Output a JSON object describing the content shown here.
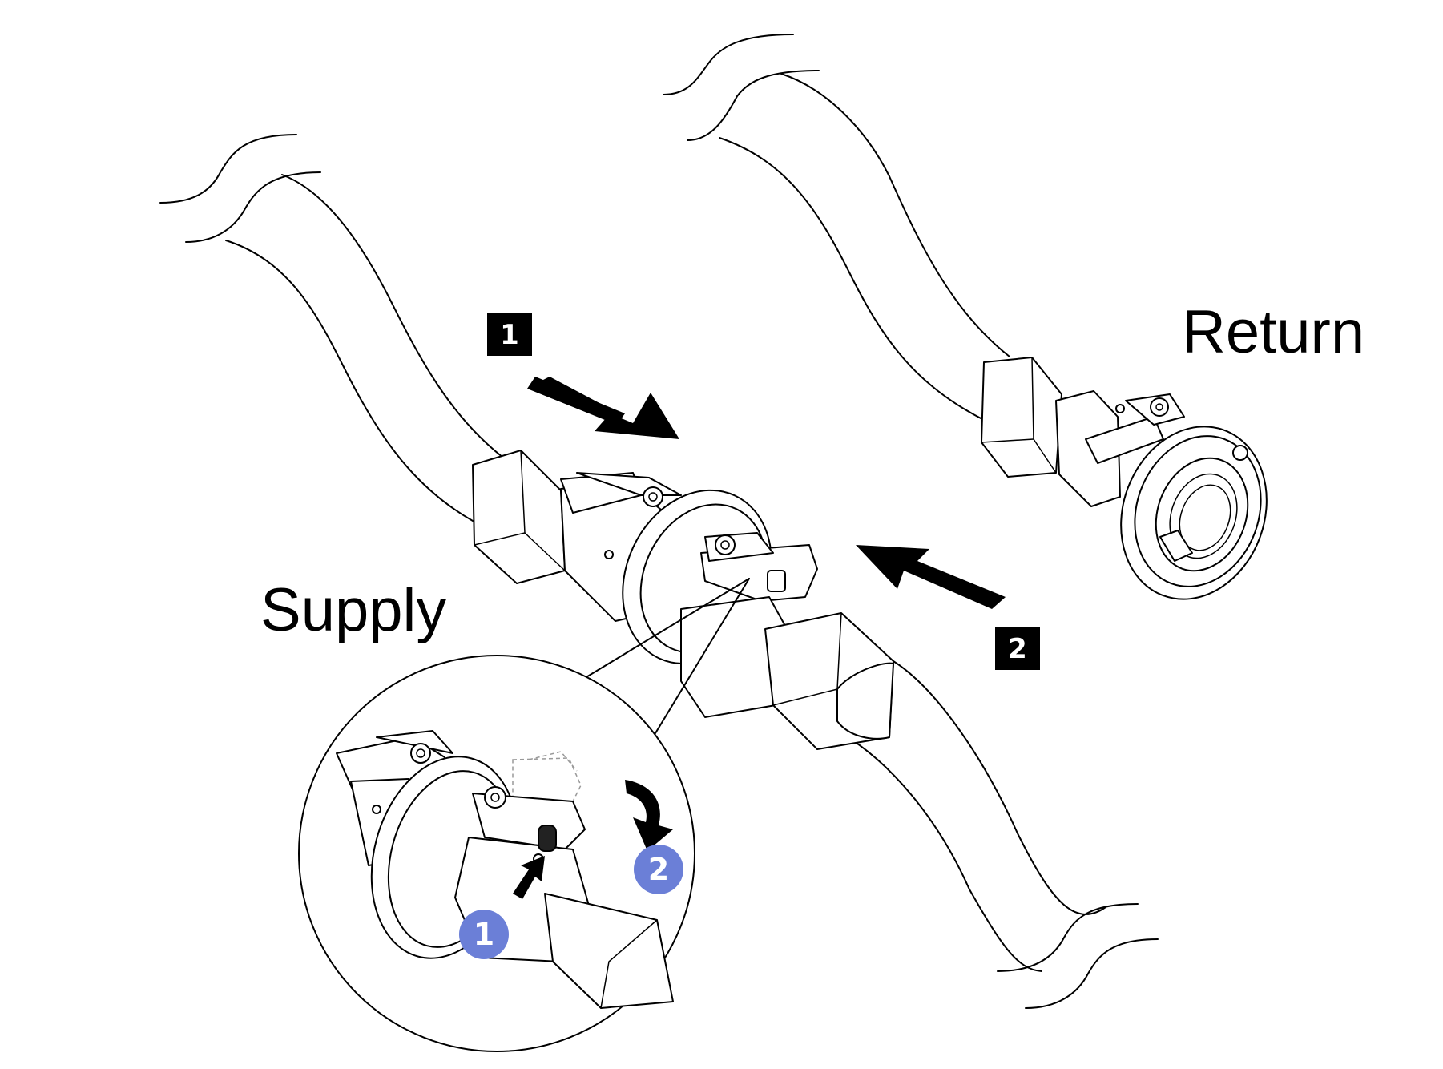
{
  "labels": {
    "return": "Return",
    "supply": "Supply"
  },
  "steps": {
    "step_1": "1",
    "step_2": "2",
    "callout_1": "1",
    "callout_2": "2"
  },
  "colors": {
    "line": "#000000",
    "callout_badge": "#6B7FD7",
    "step_badge": "#000000",
    "background": "#ffffff"
  },
  "icons": {
    "step_arrow": "arrow-icon",
    "rotate_arrow": "curved-arrow-icon",
    "push_arrow": "arrow-icon"
  }
}
